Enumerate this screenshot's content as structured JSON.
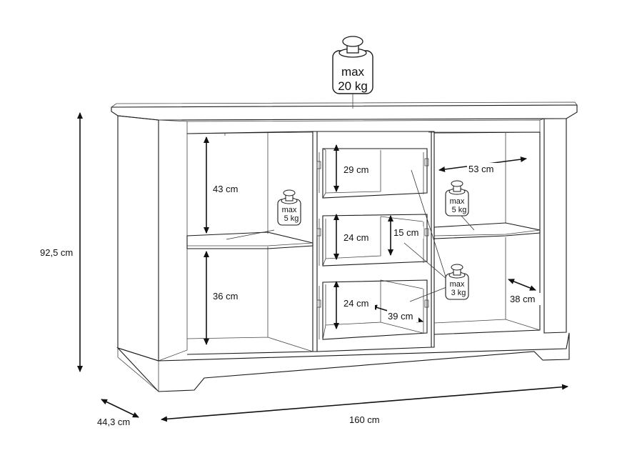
{
  "dimensions": {
    "height": "92,5 cm",
    "depth": "44,3 cm",
    "width": "160 cm",
    "left_upper_opening": "43 cm",
    "left_lower_opening": "36 cm",
    "drawer_1_height": "29 cm",
    "drawer_2_height": "24 cm",
    "drawer_3_height": "24 cm",
    "drawer_inner_height": "15 cm",
    "drawer_depth": "39 cm",
    "right_shelf_width": "53 cm",
    "right_shelf_depth": "38 cm"
  },
  "load_limits": {
    "top": {
      "line1": "max",
      "line2": "20 kg"
    },
    "left_shelf": {
      "line1": "max",
      "line2": "5 kg"
    },
    "right_shelf": {
      "line1": "max",
      "line2": "5 kg"
    },
    "drawer": {
      "line1": "max",
      "line2": "3 kg"
    }
  },
  "colors": {
    "line": "#1a1a1a",
    "background": "#ffffff"
  }
}
